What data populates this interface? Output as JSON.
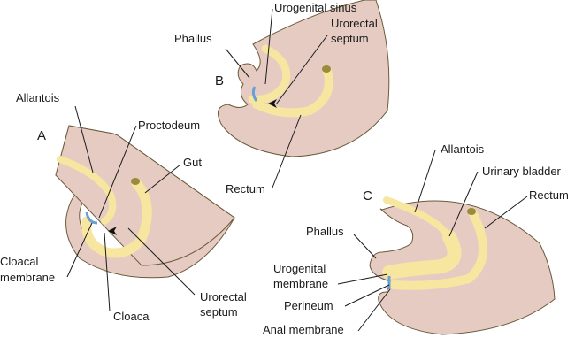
{
  "colors": {
    "tissue": "#e6cbc3",
    "endoderm": "#f7e6a0",
    "membrane": "#6a9fd6",
    "outline": "#6b5a3a"
  },
  "panel_a": {
    "letter": "A",
    "labels": {
      "allantois": "Allantois",
      "proctodeum": "Proctodeum",
      "gut": "Gut",
      "cloacal_1": "Cloacal",
      "cloacal_2": "membrane",
      "cloaca": "Cloaca",
      "urorectal_1": "Urorectal",
      "urorectal_2": "septum"
    }
  },
  "panel_b": {
    "letter": "B",
    "labels": {
      "phallus": "Phallus",
      "urogenital_sinus": "Urogenital sinus",
      "urorectal_1": "Urorectal",
      "urorectal_2": "septum",
      "rectum": "Rectum"
    }
  },
  "panel_c": {
    "letter": "C",
    "labels": {
      "allantois": "Allantois",
      "bladder": "Urinary bladder",
      "rectum": "Rectum",
      "phallus": "Phallus",
      "urogenital_1": "Urogenital",
      "urogenital_2": "membrane",
      "perineum": "Perineum",
      "anal": "Anal membrane"
    }
  }
}
